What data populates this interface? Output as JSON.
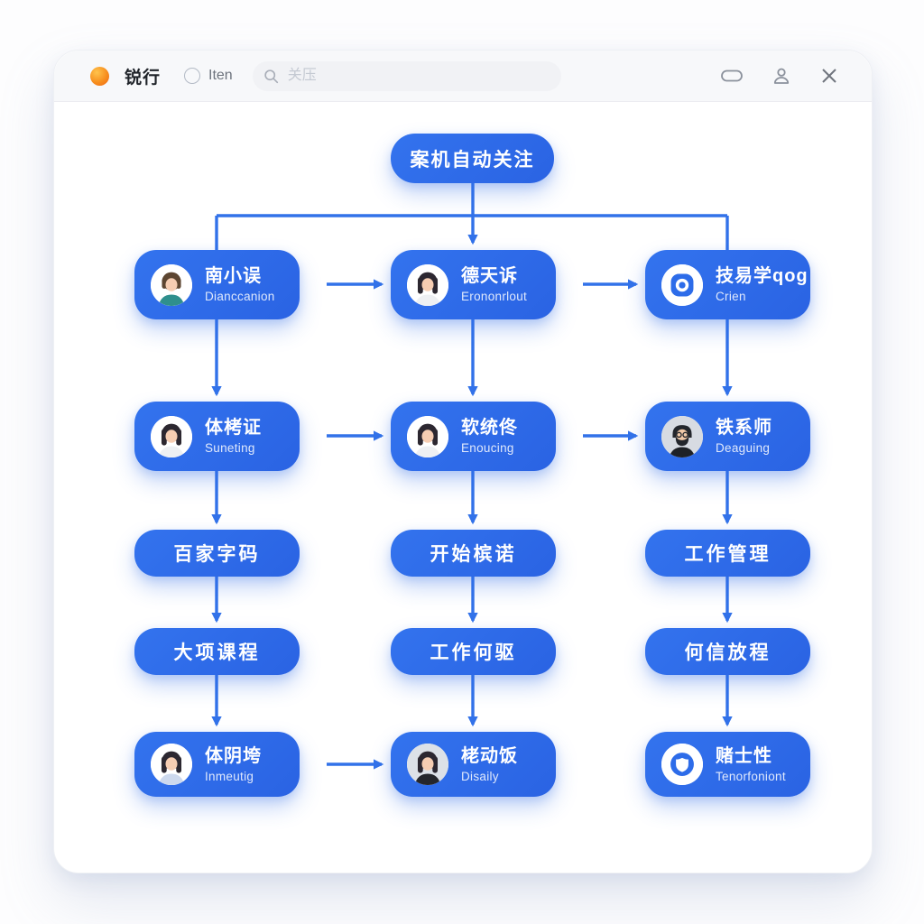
{
  "window": {
    "titlebar": {
      "app_title": "锐行",
      "nav_label": "Iten",
      "search_placeholder": "关压"
    }
  },
  "colors": {
    "node_blue": "#2d6ce9",
    "arrow_blue": "#3272e9",
    "titlebar_dot_orange": "#f78f1e"
  },
  "flow": {
    "root": {
      "label": "案机自动关注"
    },
    "rows": [
      {
        "nodes": [
          {
            "title": "南小误",
            "subtitle": "Dianccanion",
            "avatar": "woman-teal"
          },
          {
            "title": "德天诉",
            "subtitle": "Erononrlout",
            "avatar": "woman-long"
          },
          {
            "title": "技易学qog",
            "subtitle": "Crien",
            "avatar": "logo-dot"
          }
        ]
      },
      {
        "nodes": [
          {
            "title": "体栲证",
            "subtitle": "Suneting",
            "avatar": "woman-long"
          },
          {
            "title": "软统佟",
            "subtitle": "Enoucing",
            "avatar": "woman-long"
          },
          {
            "title": "铁系师",
            "subtitle": "Deaguing",
            "avatar": "man-beard"
          }
        ]
      },
      {
        "nodes": [
          {
            "title": "百家字码"
          },
          {
            "title": "开始槟诺"
          },
          {
            "title": "工作管理"
          }
        ]
      },
      {
        "nodes": [
          {
            "title": "大项课程"
          },
          {
            "title": "工作何驱"
          },
          {
            "title": "何信放程"
          }
        ]
      },
      {
        "nodes": [
          {
            "title": "体阴垮",
            "subtitle": "Inmeutig",
            "avatar": "woman-light"
          },
          {
            "title": "栳动饭",
            "subtitle": "Disaily",
            "avatar": "woman-black"
          },
          {
            "title": "赌士性",
            "subtitle": "Tenorfoniont",
            "avatar": "logo-shield"
          }
        ]
      }
    ]
  }
}
